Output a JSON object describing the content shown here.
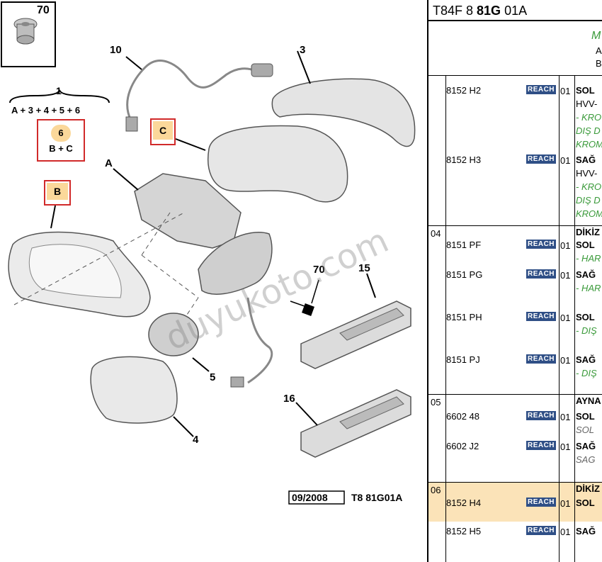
{
  "diagram": {
    "labels": {
      "n70_top": "70",
      "n10": "10",
      "n3": "3",
      "n1": "1",
      "formula1": "A + 3 + 4 + 5 + 6",
      "n6": "6",
      "formula6": "B + C",
      "callC": "C",
      "callB": "B",
      "nA": "A",
      "n70": "70",
      "n15": "15",
      "n5": "5",
      "n16": "16",
      "n4": "4"
    },
    "footer": {
      "date": "09/2008",
      "code": "T8 81G01A"
    },
    "watermark": "duyukoto.com"
  },
  "table": {
    "header_prefix": "T84F 8 ",
    "header_bold": "81G",
    "header_suffix": " 01A",
    "head_block": {
      "a": "M",
      "b": "A",
      "c": "B"
    },
    "badge_text": "REACH",
    "groups": [
      {
        "id": "",
        "rows": [
          {
            "ref": "8152 H2",
            "qty": "01",
            "desc": "SOL",
            "subs": [
              [
                "HVV-",
                "plain"
              ],
              [
                "- KRO",
                "green"
              ],
              [
                "DIŞ D",
                "green"
              ],
              [
                "KROM",
                "green"
              ]
            ]
          },
          {
            "ref": "8152 H3",
            "qty": "01",
            "desc": "SAĞ",
            "subs": [
              [
                "HVV-",
                "plain"
              ],
              [
                "- KRO",
                "green"
              ],
              [
                "DIŞ D",
                "green"
              ],
              [
                "KROM",
                "green"
              ]
            ]
          }
        ]
      },
      {
        "id": "04",
        "title": "DİKİZ",
        "rows": [
          {
            "ref": "8151 PF",
            "qty": "01",
            "desc": "SOL",
            "subs": [
              [
                "- HAR",
                "green"
              ]
            ]
          },
          {
            "ref": "8151 PG",
            "qty": "01",
            "desc": "SAĞ",
            "subs": [
              [
                "- HAR",
                "green"
              ]
            ]
          },
          {
            "ref": "8151 PH",
            "qty": "01",
            "desc": "SOL",
            "subs": [
              [
                "- DIŞ",
                "green"
              ]
            ]
          },
          {
            "ref": "8151 PJ",
            "qty": "01",
            "desc": "SAĞ",
            "subs": [
              [
                "- DIŞ",
                "green"
              ]
            ]
          }
        ]
      },
      {
        "id": "05",
        "title": "AYNA",
        "rows": [
          {
            "ref": "6602 48",
            "qty": "01",
            "desc": "SOL",
            "subs": [
              [
                "SOL",
                "gray"
              ]
            ]
          },
          {
            "ref": "6602 J2",
            "qty": "01",
            "desc": "SAĞ",
            "subs": [
              [
                "SAG",
                "gray"
              ]
            ]
          }
        ]
      },
      {
        "id": "06",
        "title": "DİKİZ",
        "rows": [
          {
            "ref": "8152 H4",
            "qty": "01",
            "desc": "SOL",
            "subs": []
          },
          {
            "ref": "8152 H5",
            "qty": "01",
            "desc": "SAĞ",
            "subs": []
          }
        ]
      }
    ]
  },
  "colors": {
    "callout_border": "#d12a2a",
    "callout_fill": "#fbd89a",
    "badge_bg": "#2f4f86",
    "note_green": "#3a9a3a",
    "highlight_row": "#fbe3b8"
  }
}
